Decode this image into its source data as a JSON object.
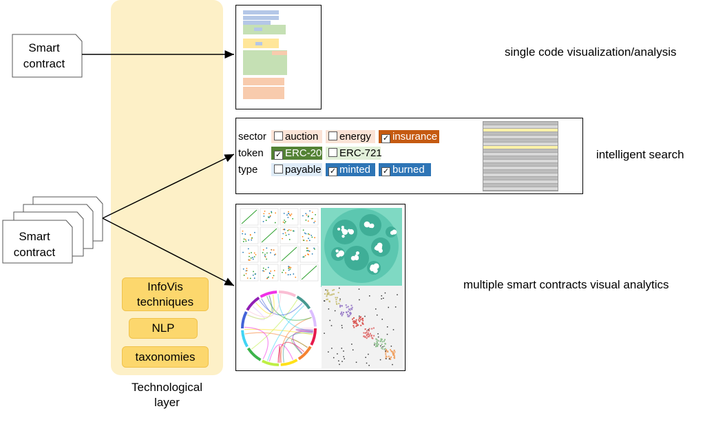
{
  "layer": {
    "label_line1": "Technological",
    "label_line2": "layer",
    "techniques": [
      {
        "line1": "InfoVis",
        "line2": "techniques"
      },
      {
        "line1": "NLP",
        "line2": ""
      },
      {
        "line1": "taxonomies",
        "line2": ""
      }
    ]
  },
  "single_contract": {
    "line1": "Smart",
    "line2": "contract"
  },
  "multi_contract": {
    "line1": "Smart",
    "line2": "contract"
  },
  "descriptions": {
    "single": "single code visualization/analysis",
    "search": "intelligent search",
    "multiple": "multiple smart contracts visual analytics"
  },
  "search": {
    "rows": [
      {
        "label": "sector",
        "options": [
          {
            "text": "auction",
            "checked": false,
            "color": "#fbe3d6"
          },
          {
            "text": "energy",
            "checked": false,
            "color": "#fbe3d6"
          },
          {
            "text": "insurance",
            "checked": true,
            "color": "#c55a11"
          }
        ]
      },
      {
        "label": "token",
        "options": [
          {
            "text": "ERC-20",
            "checked": true,
            "color": "#548235"
          },
          {
            "text": "ERC-721",
            "checked": false,
            "color": "#e2f0d9"
          }
        ]
      },
      {
        "label": "type",
        "options": [
          {
            "text": "payable",
            "checked": false,
            "color": "#deebf7"
          },
          {
            "text": "minted",
            "checked": true,
            "color": "#2e75b6"
          },
          {
            "text": "burned",
            "checked": true,
            "color": "#2e75b6"
          }
        ]
      }
    ]
  },
  "colors": {
    "layer_band": "#fdf0c7",
    "technique": "#fcd76d",
    "code_blue": "#b4c7e7",
    "code_green": "#c5e0b4",
    "code_yellow": "#ffe699",
    "code_orange": "#f8cbad"
  }
}
